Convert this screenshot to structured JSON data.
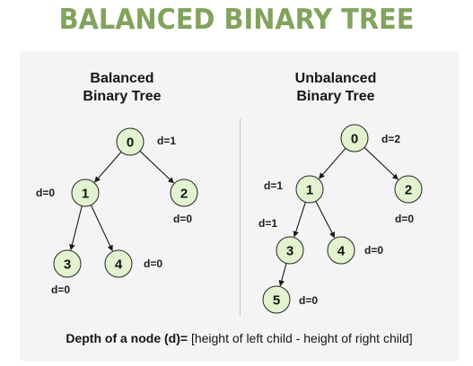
{
  "title": "BALANCED BINARY TREE",
  "colors": {
    "title": "#82a35c",
    "node_fill": "#e3f2cf",
    "node_stroke": "#262626",
    "card_background": "#f4f4f4"
  },
  "panels": [
    {
      "heading_line1": "Balanced",
      "heading_line2": "Binary Tree",
      "nodes": [
        {
          "id": "0",
          "depth": "d=1"
        },
        {
          "id": "1",
          "depth": "d=0"
        },
        {
          "id": "2",
          "depth": "d=0"
        },
        {
          "id": "3",
          "depth": "d=0"
        },
        {
          "id": "4",
          "depth": "d=0"
        }
      ],
      "edges": [
        [
          "0",
          "1"
        ],
        [
          "0",
          "2"
        ],
        [
          "1",
          "3"
        ],
        [
          "1",
          "4"
        ]
      ]
    },
    {
      "heading_line1": "Unbalanced",
      "heading_line2": "Binary Tree",
      "nodes": [
        {
          "id": "0",
          "depth": "d=2"
        },
        {
          "id": "1",
          "depth": "d=1"
        },
        {
          "id": "2",
          "depth": "d=0"
        },
        {
          "id": "3",
          "depth": "d=1"
        },
        {
          "id": "4",
          "depth": "d=0"
        },
        {
          "id": "5",
          "depth": "d=0"
        }
      ],
      "edges": [
        [
          "0",
          "1"
        ],
        [
          "0",
          "2"
        ],
        [
          "1",
          "3"
        ],
        [
          "1",
          "4"
        ],
        [
          "3",
          "5"
        ]
      ]
    }
  ],
  "formula": {
    "bold_part": "Depth of a node (d)=",
    "rest": " [height of left child - height of right child]"
  }
}
